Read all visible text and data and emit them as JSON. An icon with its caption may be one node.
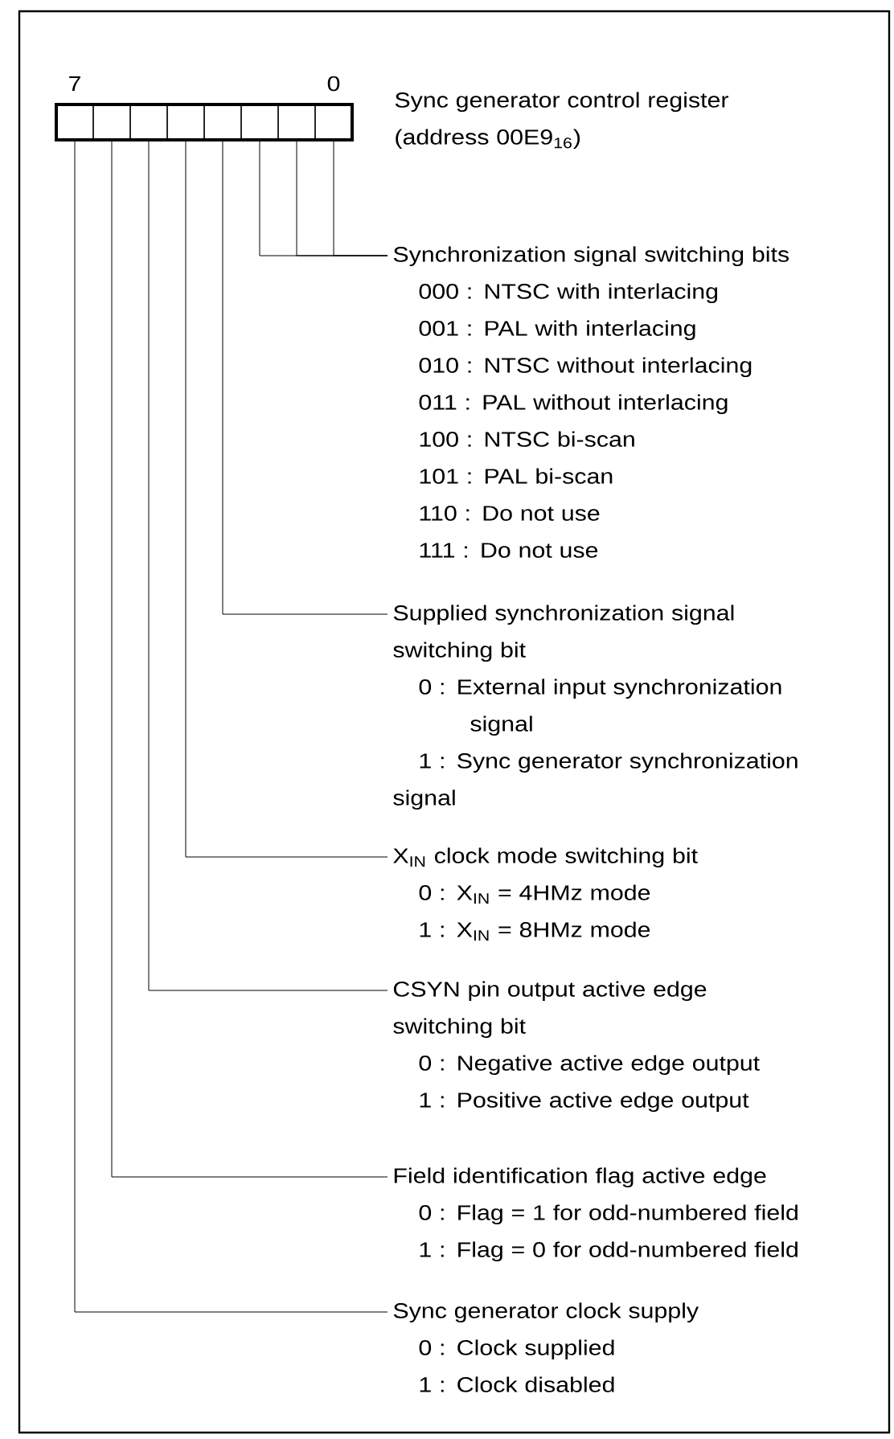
{
  "diagram": {
    "nodes": [
      {
        "text": [],
        "shape": "box",
        "beside": [
          "Sync generator control register (address 00E9$_{16}$)"
        ]
      },
      {
        "text": [],
        "shape": "box",
        "in": 0
      },
      {
        "text": [],
        "shape": "box",
        "in": 0
      },
      {
        "text": [],
        "shape": "box",
        "in": 0
      },
      {
        "text": [],
        "shape": "box",
        "in": 0
      },
      {
        "text": [],
        "shape": "box",
        "in": 0
      },
      {
        "text": [],
        "shape": "box",
        "in": 0
      },
      {
        "text": [],
        "shape": "box",
        "in": 0
      },
      {
        "text": [],
        "shape": "box",
        "in": 0
      },
      {
        "text": [
          "Synchronization signal switching bits",
          "000 : NTSC with interlacing",
          "001 : PAL with interlacing",
          "010 : NTSC without interlacing",
          "011 : PAL without interlacing",
          "100 : NTSC bi-scan",
          "101 : PAL bi-scan",
          "110 : Do not use",
          "111 : Do not use"
        ]
      },
      {
        "text": [
          "Supplied synchronization signal switching bit",
          "0 : External input synchronization signal",
          "1 : Sync generator synchronization signal"
        ]
      },
      {
        "text": [
          "X$_{IN}$ clock mode switching bit",
          "0 : X$_{IN}$ = 4HMz mode",
          "1 : X$_{IN}$ = 8HMz mode"
        ]
      },
      {
        "text": [
          "CSYN pin output active edge switching bit",
          "0 : Negative active edge output",
          "1 : Positive active edge output"
        ]
      },
      {
        "text": [
          "Field identification flag active edge",
          "0 : Flag = 1 for odd-numbered field",
          "1 : Flag = 0 for odd-numbered field"
        ]
      },
      {
        "text": [
          "Sync generator clock supply",
          "0 : Clock supplied",
          "1 : Clock disabled"
        ]
      }
    ],
    "edges": [
      {
        "from": 8,
        "to": 9,
        "arrow": "none"
      },
      {
        "from": 7,
        "to": 9,
        "arrow": "none"
      },
      {
        "from": 6,
        "to": 9,
        "arrow": "none"
      },
      {
        "from": 5,
        "to": 10,
        "arrow": "none"
      },
      {
        "from": 4,
        "to": 11,
        "arrow": "none"
      },
      {
        "from": 3,
        "to": 12,
        "arrow": "none"
      },
      {
        "from": 2,
        "to": 13,
        "arrow": "none"
      },
      {
        "from": 1,
        "to": 14,
        "arrow": "none"
      }
    ],
    "labels": [
      "7",
      "0"
    ]
  }
}
